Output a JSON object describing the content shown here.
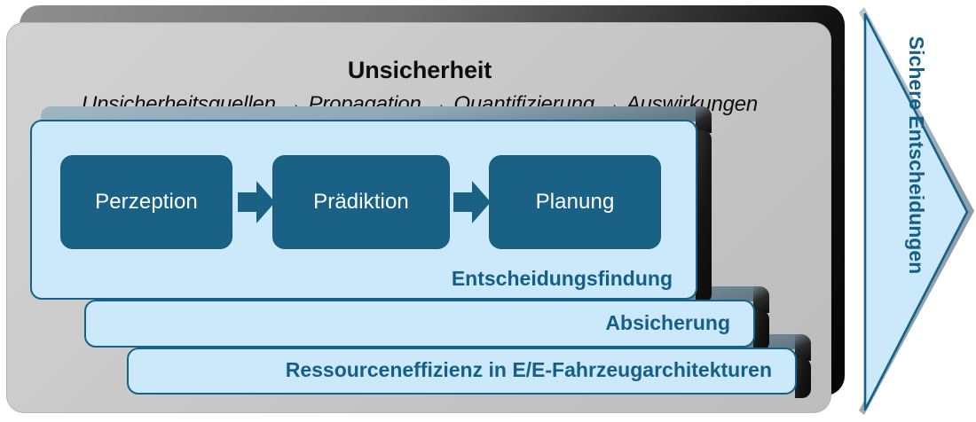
{
  "diagram": {
    "outer": {
      "title": "Unsicherheit",
      "subtitle": "Unsicherheitsquellen → Propagation → Quantifizierung → Auswirkungen",
      "subtitle_parts": [
        "Unsicherheitsquellen",
        "Propagation",
        "Quantifizierung",
        "Auswirkungen"
      ],
      "arrow_glyph": "→",
      "fill_color": "#c9c9c9",
      "shadow_color": "#0a0a0a"
    },
    "layers": [
      {
        "id": "layer-1",
        "label": "Entscheidungsfindung"
      },
      {
        "id": "layer-2",
        "label": "Absicherung"
      },
      {
        "id": "layer-3",
        "label": "Ressourceneffizienz in E/E-Fahrzeugarchitekturen"
      }
    ],
    "steps": [
      {
        "label": "Perzeption"
      },
      {
        "label": "Prädiktion"
      },
      {
        "label": "Planung"
      }
    ],
    "step_arrows": [
      "block-arrow-right-icon",
      "block-arrow-right-icon"
    ],
    "outcome": {
      "label": "Sichere Entscheidungen",
      "shape": "triangle-right-icon"
    },
    "colors": {
      "panel_fill": "#cbe9fb",
      "panel_border": "#156289",
      "step_fill": "#1a6186",
      "step_text": "#ffffff",
      "layer_text": "#145f87",
      "heading_text": "#0d0d0d",
      "container_fill": "#c9c9c9"
    }
  }
}
